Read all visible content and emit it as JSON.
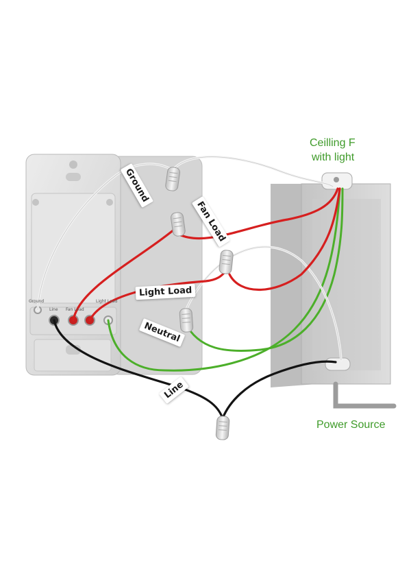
{
  "title": {
    "fixture_line1": "Ceilling F",
    "fixture_line2": "with light",
    "power_source": "Power Source"
  },
  "wire_tags": {
    "ground": "Ground",
    "fan_load": "Fan Load",
    "light_load": "Light Load",
    "neutral": "Neutral",
    "line": "Line"
  },
  "terminal_labels": {
    "ground": "Ground",
    "line": "Line",
    "fan_load": "Fan Load",
    "light_load": "Light Load"
  },
  "colors": {
    "line_hot": "#141414",
    "load_red": "#d61f1f",
    "neutral_white": "#f4f4f4",
    "ground_green": "#4caf2a",
    "label_green": "#3f9b2a",
    "device_grey": "#dcdcdc",
    "box_grey": "#cfcfcf"
  }
}
